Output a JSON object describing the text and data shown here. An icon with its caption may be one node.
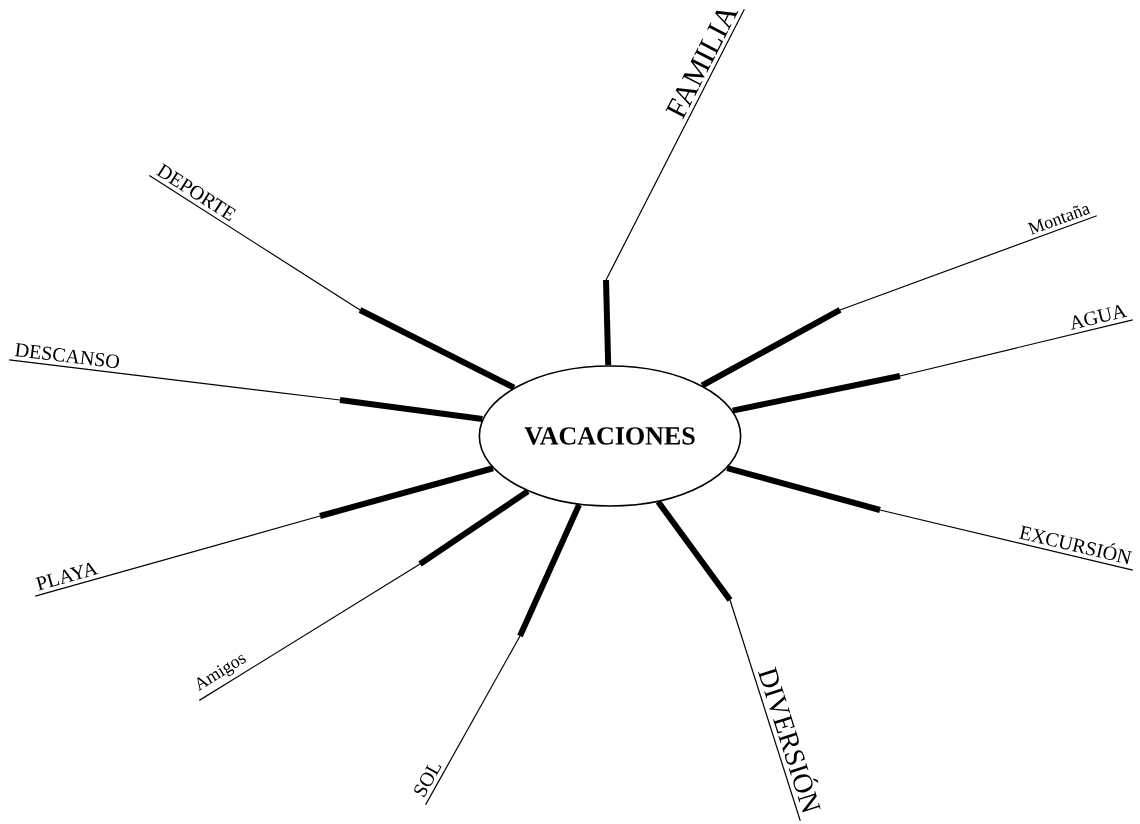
{
  "diagram": {
    "nodes": [
      {
        "text": [
          "VACACIONES"
        ]
      },
      {
        "text": [
          "FAMILIA"
        ]
      },
      {
        "text": [
          "Montaña"
        ]
      },
      {
        "text": [
          "AGUA"
        ]
      },
      {
        "text": [
          "EXCURSIÓN"
        ]
      },
      {
        "text": [
          "DIVERSIÓN"
        ]
      },
      {
        "text": [
          "SOL"
        ]
      },
      {
        "text": [
          "Amigos"
        ]
      },
      {
        "text": [
          "PLAYA"
        ]
      },
      {
        "text": [
          "DESCANSO"
        ]
      },
      {
        "text": [
          "DEPORTE"
        ]
      }
    ],
    "edges": [
      {
        "from": 0,
        "to": 1,
        "arrow": "none"
      },
      {
        "from": 0,
        "to": 2,
        "arrow": "none"
      },
      {
        "from": 0,
        "to": 3,
        "arrow": "none"
      },
      {
        "from": 0,
        "to": 4,
        "arrow": "none"
      },
      {
        "from": 0,
        "to": 5,
        "arrow": "none"
      },
      {
        "from": 0,
        "to": 6,
        "arrow": "none"
      },
      {
        "from": 0,
        "to": 7,
        "arrow": "none"
      },
      {
        "from": 0,
        "to": 8,
        "arrow": "none"
      },
      {
        "from": 0,
        "to": 9,
        "arrow": "none"
      },
      {
        "from": 0,
        "to": 10,
        "arrow": "none"
      }
    ]
  }
}
